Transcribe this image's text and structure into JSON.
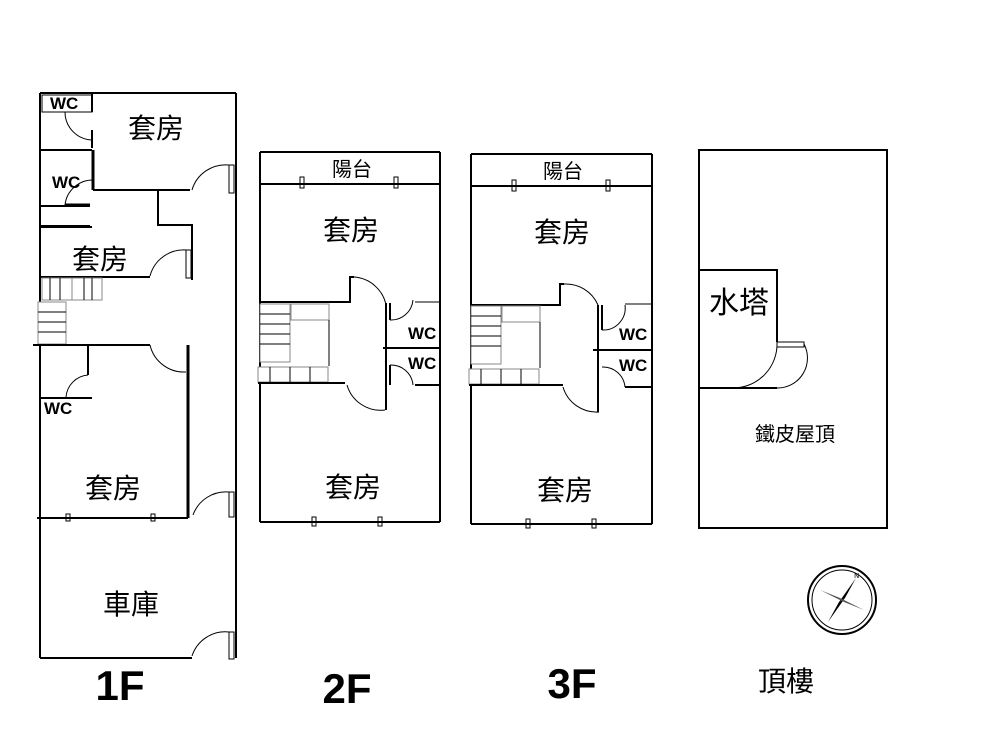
{
  "floors": {
    "f1": {
      "label": "1F",
      "rooms": [
        "套房",
        "套房",
        "套房",
        "車庫"
      ],
      "wc": [
        "WC",
        "WC",
        "WC"
      ]
    },
    "f2": {
      "label": "2F",
      "balcony": "陽台",
      "rooms": [
        "套房",
        "套房"
      ],
      "wc": [
        "WC",
        "WC"
      ]
    },
    "f3": {
      "label": "3F",
      "balcony": "陽台",
      "rooms": [
        "套房",
        "套房"
      ],
      "wc": [
        "WC",
        "WC"
      ]
    },
    "roof": {
      "label": "頂樓",
      "water_tower": "水塔",
      "metal_roof": "鐵皮屋頂"
    }
  },
  "compass": {
    "north": "N"
  }
}
